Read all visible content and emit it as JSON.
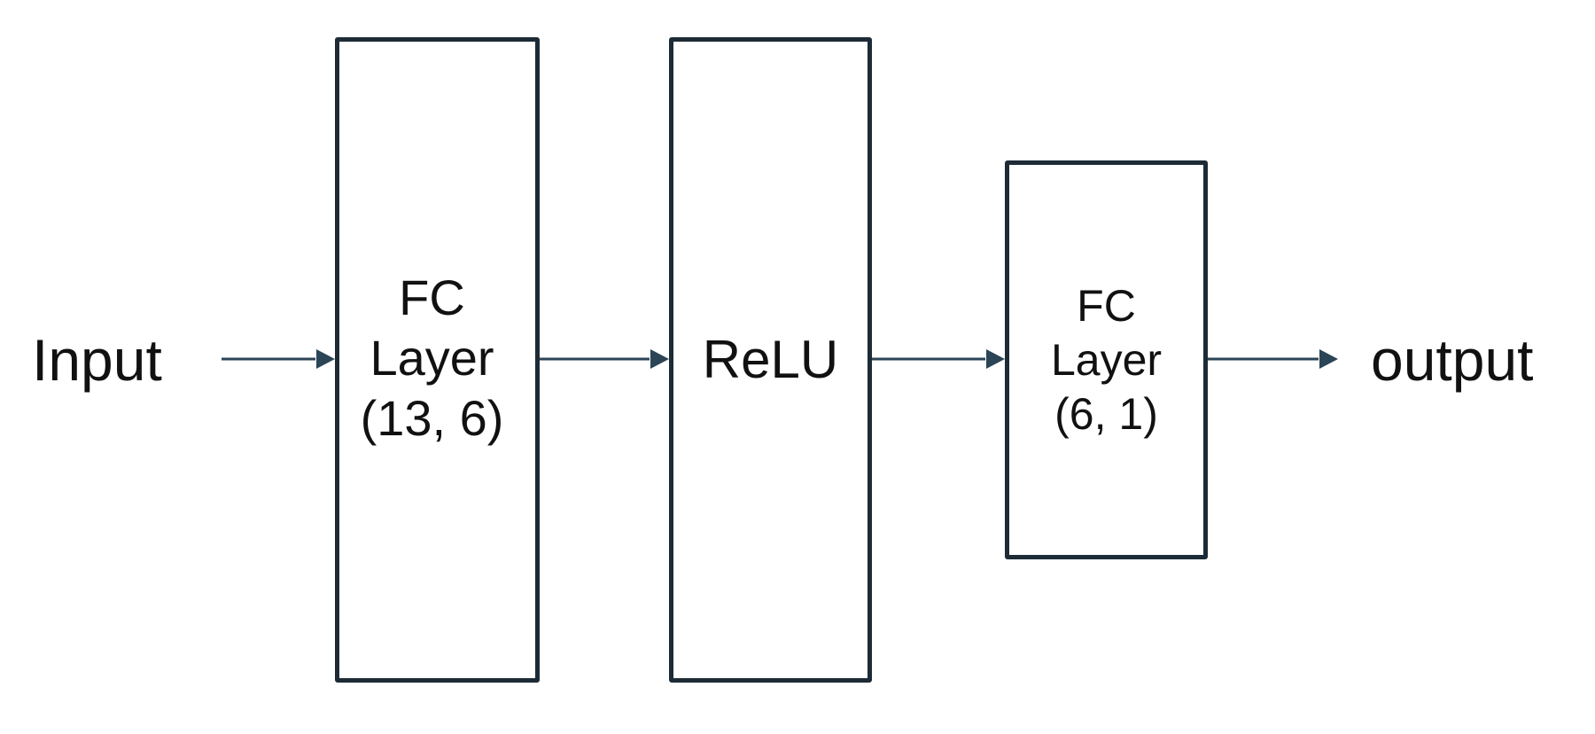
{
  "diagram": {
    "input_label": "Input",
    "output_label": "output",
    "blocks": [
      {
        "id": "fc1",
        "lines": [
          "FC",
          "Layer",
          "(13, 6)"
        ]
      },
      {
        "id": "relu",
        "lines": [
          "ReLU"
        ]
      },
      {
        "id": "fc2",
        "lines": [
          "FC",
          "Layer",
          "(6, 1)"
        ]
      }
    ],
    "colors": {
      "stroke": "#1c2b36",
      "arrow": "#2b4556",
      "text": "#111111",
      "background": "#ffffff"
    }
  }
}
